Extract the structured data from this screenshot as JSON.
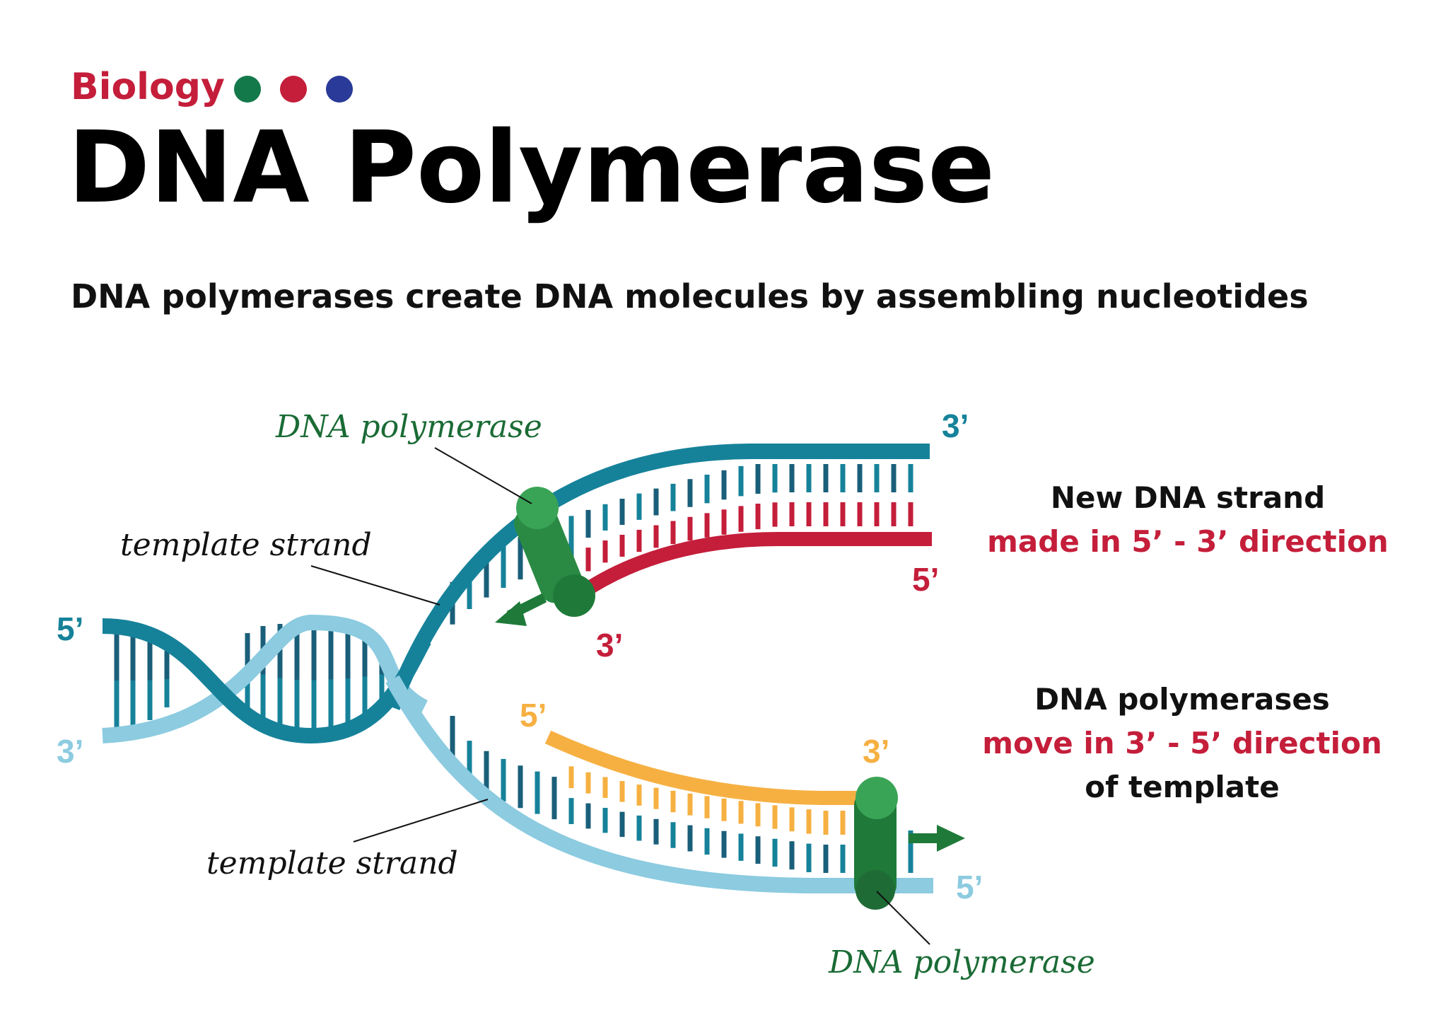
{
  "header": {
    "category": "Biology",
    "title": "DNA Polymerase",
    "subtitle": "DNA polymerases create DNA molecules by assembling nucleotides"
  },
  "dots": [
    "#13794a",
    "#c41e3a",
    "#2a3a99"
  ],
  "labels": {
    "dna_polymerase_top": "DNA polymerase",
    "dna_polymerase_bottom": "DNA polymerase",
    "template_strand_top": "template strand",
    "template_strand_bottom": "template strand"
  },
  "ends": {
    "helix_left_top": "5’",
    "helix_left_bottom": "3’",
    "top_strand_right": "3’",
    "new_strand_right": "5’",
    "new_strand_left": "3’",
    "orange_left": "5’",
    "orange_right": "3’",
    "bottom_strand_right": "5’"
  },
  "notes": {
    "top_line1": "New DNA strand",
    "top_line2": "made in 5’ - 3’ direction",
    "bottom_line1": "DNA polymerases",
    "bottom_line2": "move in 3’ - 5’ direction",
    "bottom_line3": "of template"
  },
  "colors": {
    "teal": "#16829a",
    "teal_dark": "#1a5f7a",
    "light_blue": "#8ccbe0",
    "red": "#c41e3a",
    "orange": "#f6b042",
    "green": "#1f7a3a",
    "green_light": "#2e9a4c",
    "green_text": "#1a6b35",
    "black": "#111111"
  }
}
